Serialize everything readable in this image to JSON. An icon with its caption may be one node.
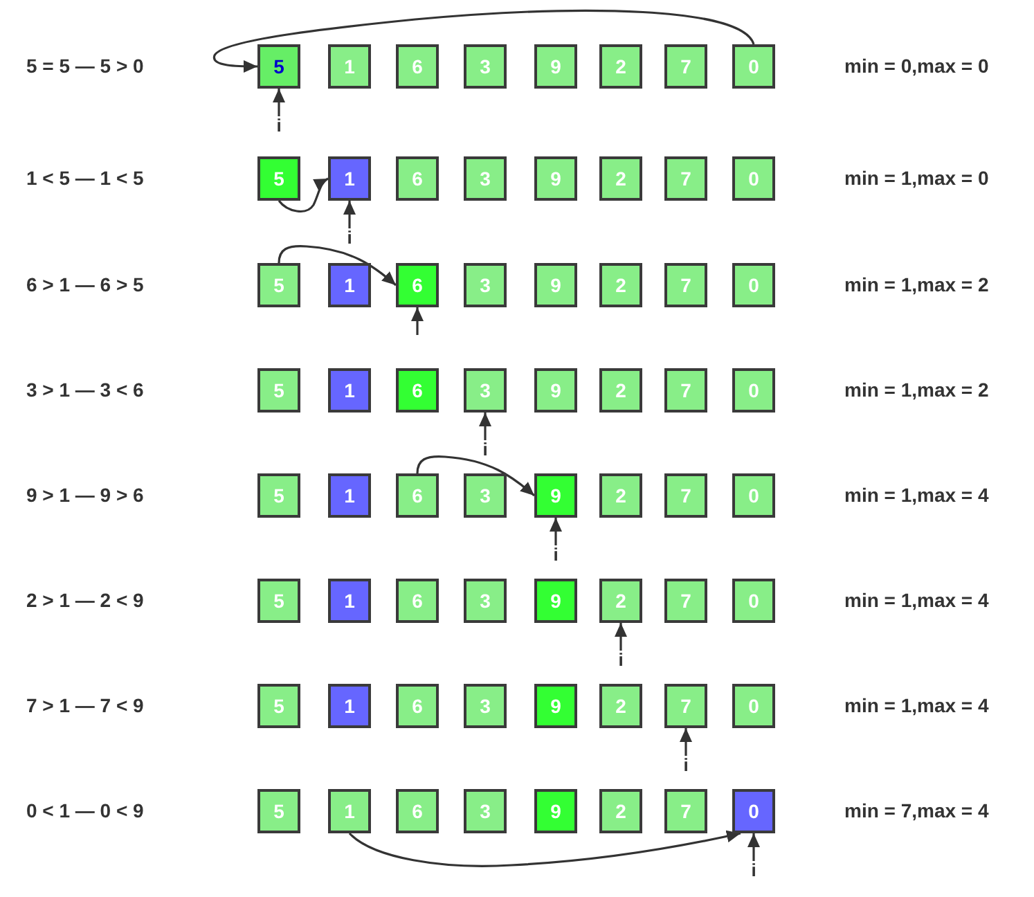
{
  "diagram": {
    "nodes": [
      {
        "text": [
          "5"
        ]
      },
      {
        "text": [
          "1"
        ]
      },
      {
        "text": [
          "6"
        ]
      },
      {
        "text": [
          "3"
        ]
      },
      {
        "text": [
          "9"
        ]
      },
      {
        "text": [
          "2"
        ]
      },
      {
        "text": [
          "7"
        ]
      },
      {
        "text": [
          "0"
        ]
      },
      {
        "text": [
          "i"
        ]
      },
      {
        "text": [
          "5"
        ]
      },
      {
        "text": [
          "1"
        ]
      },
      {
        "text": [
          "6"
        ]
      },
      {
        "text": [
          "3"
        ]
      },
      {
        "text": [
          "9"
        ]
      },
      {
        "text": [
          "2"
        ]
      },
      {
        "text": [
          "7"
        ]
      },
      {
        "text": [
          "0"
        ]
      },
      {
        "text": [
          "i"
        ]
      },
      {
        "text": [
          "5"
        ]
      },
      {
        "text": [
          "1"
        ]
      },
      {
        "text": [
          "6"
        ]
      },
      {
        "text": [
          "3"
        ]
      },
      {
        "text": [
          "9"
        ]
      },
      {
        "text": [
          "2"
        ]
      },
      {
        "text": [
          "7"
        ]
      },
      {
        "text": [
          "0"
        ]
      },
      {
        "text": [
          "5"
        ]
      },
      {
        "text": [
          "1"
        ]
      },
      {
        "text": [
          "6"
        ]
      },
      {
        "text": [
          "3"
        ]
      },
      {
        "text": [
          "9"
        ]
      },
      {
        "text": [
          "2"
        ]
      },
      {
        "text": [
          "7"
        ]
      },
      {
        "text": [
          "0"
        ]
      },
      {
        "text": [
          "i"
        ]
      },
      {
        "text": [
          "5"
        ]
      },
      {
        "text": [
          "1"
        ]
      },
      {
        "text": [
          "6"
        ]
      },
      {
        "text": [
          "3"
        ]
      },
      {
        "text": [
          "9"
        ]
      },
      {
        "text": [
          "2"
        ]
      },
      {
        "text": [
          "7"
        ]
      },
      {
        "text": [
          "0"
        ]
      },
      {
        "text": [
          "i"
        ]
      },
      {
        "text": [
          "5"
        ]
      },
      {
        "text": [
          "1"
        ]
      },
      {
        "text": [
          "6"
        ]
      },
      {
        "text": [
          "3"
        ]
      },
      {
        "text": [
          "9"
        ]
      },
      {
        "text": [
          "2"
        ]
      },
      {
        "text": [
          "7"
        ]
      },
      {
        "text": [
          "0"
        ]
      },
      {
        "text": [
          "i"
        ]
      },
      {
        "text": [
          "5"
        ]
      },
      {
        "text": [
          "1"
        ]
      },
      {
        "text": [
          "6"
        ]
      },
      {
        "text": [
          "3"
        ]
      },
      {
        "text": [
          "9"
        ]
      },
      {
        "text": [
          "2"
        ]
      },
      {
        "text": [
          "7"
        ]
      },
      {
        "text": [
          "0"
        ]
      },
      {
        "text": [
          "i"
        ]
      },
      {
        "text": [
          "5"
        ]
      },
      {
        "text": [
          "1"
        ]
      },
      {
        "text": [
          "6"
        ]
      },
      {
        "text": [
          "3"
        ]
      },
      {
        "text": [
          "9"
        ]
      },
      {
        "text": [
          "2"
        ]
      },
      {
        "text": [
          "7"
        ]
      },
      {
        "text": [
          "0"
        ]
      },
      {
        "text": [
          "i"
        ]
      }
    ],
    "edges": [
      {
        "from": 7,
        "to": 0,
        "arrow": "to"
      },
      {
        "from": 8,
        "to": 0,
        "arrow": "to"
      },
      {
        "from": 9,
        "to": 10,
        "arrow": "to"
      },
      {
        "from": 17,
        "to": 10,
        "arrow": "to"
      },
      {
        "from": 18,
        "to": 20,
        "arrow": "to"
      },
      {
        "from": null,
        "to": 20,
        "arrow": "to"
      },
      {
        "from": 34,
        "to": 29,
        "arrow": "to"
      },
      {
        "from": 37,
        "to": 39,
        "arrow": "to"
      },
      {
        "from": 43,
        "to": 39,
        "arrow": "to"
      },
      {
        "from": 52,
        "to": 49,
        "arrow": "to"
      },
      {
        "from": 61,
        "to": 59,
        "arrow": "to"
      },
      {
        "from": 63,
        "to": 69,
        "arrow": "to"
      },
      {
        "from": 70,
        "to": 69,
        "arrow": "to"
      }
    ],
    "labels": [
      "5 = 5 — 5 > 0",
      "min = 0,max = 0",
      "1 < 5 — 1 < 5",
      "min = 1,max = 0",
      "6 > 1 — 6 > 5",
      "min = 1,max = 2",
      "3 > 1 — 3 < 6",
      "min = 1,max = 2",
      "9 > 1 — 9 > 6",
      "min = 1,max = 4",
      "2 > 1 — 2 < 9",
      "min = 1,max = 4",
      "7 > 1 — 7 < 9",
      "min = 1,max = 4",
      "0 < 1 — 0 < 9",
      "min = 7,max = 4"
    ]
  }
}
